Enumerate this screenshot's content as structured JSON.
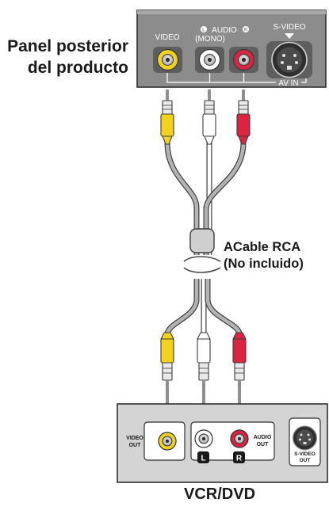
{
  "product_panel": {
    "title_line1": "Panel posterior",
    "title_line2": "del producto",
    "jacks": {
      "video": "VIDEO",
      "audio": "AUDIO",
      "audio_left_mark": "L",
      "audio_right_mark": "R",
      "mono": "(MONO)",
      "svideo": "S-VIDEO",
      "av_in": "AV IN"
    }
  },
  "cable": {
    "label_line1": "ACable RCA",
    "label_line2": "(No incluido)"
  },
  "source_device": {
    "title": "VCR/DVD",
    "video_out_line1": "VIDEO",
    "video_out_line2": "OUT",
    "audio_out_line1": "AUDIO",
    "audio_out_line2": "OUT",
    "left_badge": "L",
    "right_badge": "R",
    "svideo_out_line1": "S-VIDEO",
    "svideo_out_line2": "OUT"
  },
  "colors": {
    "panel": "#8c8c8c",
    "panel_dark": "#5e5e5e",
    "device": "#d4d4d4",
    "video_yellow": "#f2d21c",
    "audio_white": "#ffffff",
    "audio_red": "#dc2342",
    "cable_gray": "#b3b3b3"
  }
}
